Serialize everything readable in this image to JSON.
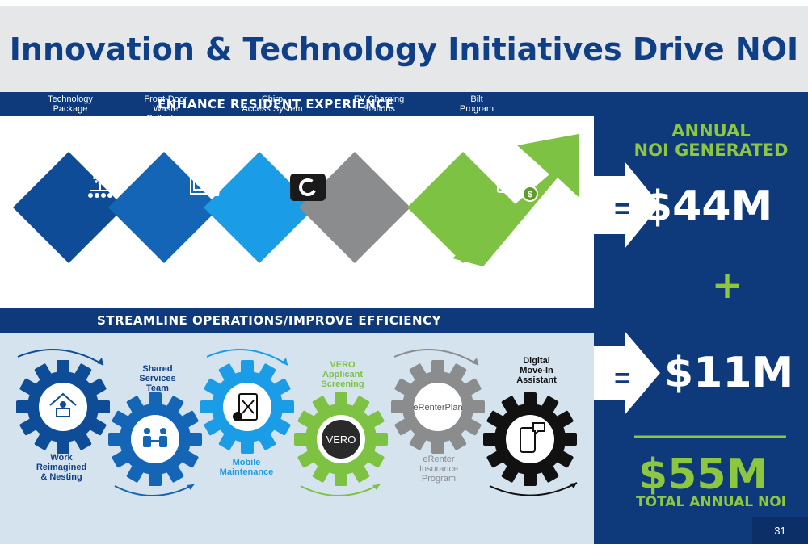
{
  "title": "Innovation & Technology Initiatives Drive NOI",
  "sections": {
    "top": "ENHANCE RESIDENT EXPERIENCE",
    "bottom": "STREAMLINE OPERATIONS/IMPROVE EFFICIENCY"
  },
  "resident_initiatives": [
    {
      "label": "Technology\nPackage",
      "color": "#0f4c97",
      "icon": "network-gear-icon"
    },
    {
      "label": "Front-Door\nWaste\nCollection",
      "color": "#1465b5",
      "icon": "door-trash-icon"
    },
    {
      "label": "Chirp\nAccess System",
      "color": "#1b9ce6",
      "icon": "chirp-logo-icon"
    },
    {
      "label": "EV Charging\nStations",
      "color": "#8a8c8e",
      "icon": "ev-charger-icon"
    },
    {
      "label": "Bilt\nProgram",
      "color": "#7dc242",
      "icon": "credit-card-icon"
    }
  ],
  "efficiency_initiatives": [
    {
      "label": "Work\nReimagined\n& Nesting",
      "color": "#0f4c97",
      "icon": "home-office-icon"
    },
    {
      "label": "Shared\nServices\nTeam",
      "color": "#1465b5",
      "icon": "team-icon"
    },
    {
      "label": "Mobile\nMaintenance",
      "color": "#1b9ce6",
      "icon": "mobile-tools-icon"
    },
    {
      "label": "VERO\nApplicant\nScreening",
      "color": "#7dc242",
      "icon": "vero-logo-icon",
      "logo_text": "VERO"
    },
    {
      "label": "eRenter\nInsurance\nProgram",
      "color": "#8a8c8e",
      "icon": "erenterplan-logo-icon",
      "logo_text": "eRenterPlan"
    },
    {
      "label": "Digital\nMove-In\nAssistant",
      "color": "#111111",
      "icon": "phone-chat-icon"
    }
  ],
  "noi": {
    "header": "ANNUAL\nNOI GENERATED",
    "equals": "=",
    "resident_value": "$44M",
    "plus": "+",
    "efficiency_value": "$11M",
    "total_value": "$55M",
    "total_label": "TOTAL ANNUAL NOI"
  },
  "page_number": "31",
  "colors": {
    "navy": "#0e3a7c",
    "green": "#8dc63f",
    "title_blue": "#0f3f87"
  }
}
